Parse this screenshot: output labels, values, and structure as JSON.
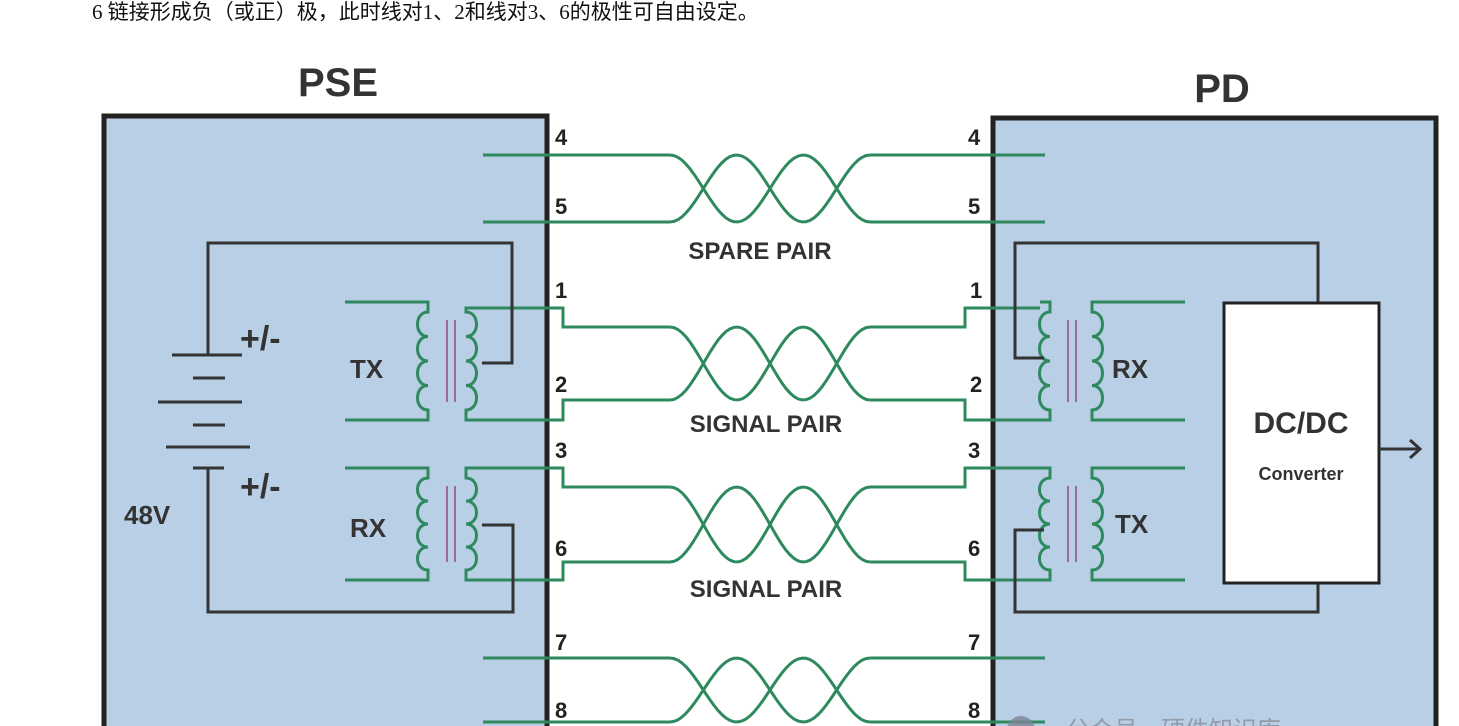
{
  "paragraph": "6 链接形成负（或正）极，此时线对1、2和线对3、6的极性可自由设定。",
  "diagram": {
    "pse_title": "PSE",
    "pd_title": "PD",
    "pins": [
      "4",
      "5",
      "1",
      "2",
      "3",
      "6",
      "7",
      "8"
    ],
    "pair_labels": {
      "spare": "SPARE PAIR",
      "signal1": "SIGNAL PAIR",
      "signal2": "SIGNAL PAIR"
    },
    "pse": {
      "polarity_top": "+/-",
      "polarity_bottom": "+/-",
      "voltage": "48V",
      "tx": "TX",
      "rx": "RX"
    },
    "pd": {
      "rx": "RX",
      "tx": "TX",
      "converter_title": "DC/DC",
      "converter_sub": "Converter"
    },
    "colors": {
      "box_fill": "#b9cfe6",
      "wire": "#2e8a5e",
      "border": "#222222"
    }
  },
  "watermark": "公众号 · 硬件知识库"
}
